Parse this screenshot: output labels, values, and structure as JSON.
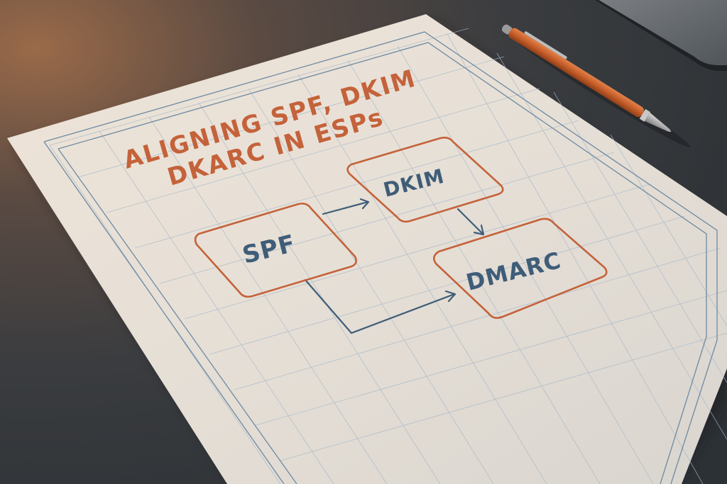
{
  "document": {
    "title_line1": "ALIGNING SPF, DKIM",
    "title_line2": "DKARC IN ESPs"
  },
  "diagram": {
    "boxes": {
      "spf": "SPF",
      "dkim": "DKIM",
      "dmarc": "DMARC"
    }
  },
  "colors": {
    "desk": "#3a3f43",
    "paper": "#e9e2d8",
    "accent_orange": "#c4623a",
    "ink_blue": "#3f5d78",
    "grid_blue": "#9fb3c6",
    "pen_body": "#c85f2a"
  }
}
